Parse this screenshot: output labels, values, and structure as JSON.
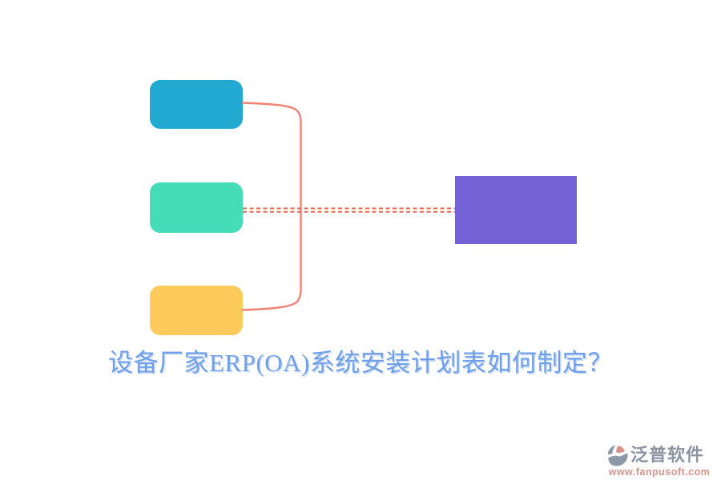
{
  "canvas": {
    "background": "#ffffff"
  },
  "title": {
    "text": "设备厂家ERP(OA)系统安装计划表如何制定？",
    "color": "#6f9fe8"
  },
  "diagram": {
    "type": "bracket-flow",
    "nodes": [
      {
        "id": "step-1",
        "color": "#22a9d2"
      },
      {
        "id": "step-2",
        "color": "#45dcb8"
      },
      {
        "id": "step-3",
        "color": "#ffca5c"
      },
      {
        "id": "result",
        "color": "#7561d6"
      }
    ],
    "connector": {
      "solid_color": "#f08373",
      "dashed_color": "#e5654c"
    }
  },
  "watermark": {
    "brand": "泛普软件",
    "brand_color": "#8a94a2",
    "url": "www.fanpusoft.com",
    "url_color": "#d9928c",
    "icon": "fanpu-logo-icon",
    "icon_gray_color": "#8d98a6",
    "icon_accent_color": "#d8908a"
  }
}
